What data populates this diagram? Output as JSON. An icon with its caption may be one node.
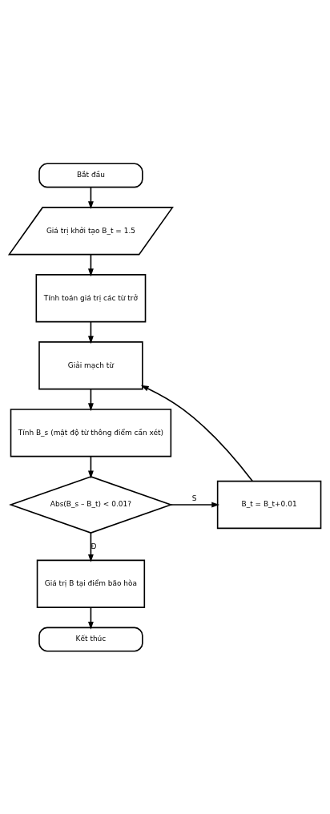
{
  "diagram": {
    "nodes": [
      {
        "text": [
          "Bắt đầu"
        ]
      },
      {
        "text": [
          "Giá trị khởi tạo B_t = 1.5"
        ]
      },
      {
        "text": [
          "Tính toán giá trị các từ trở"
        ]
      },
      {
        "text": [
          "Giải mạch từ"
        ]
      },
      {
        "text": [
          "Tính B_s (mật độ từ thông điểm cần xét)"
        ]
      },
      {
        "text": [
          "Abs(B_s – B_t) < 0.01?"
        ]
      },
      {
        "text": [
          "B_t = B_t+0.01"
        ]
      },
      {
        "text": [
          "Giá trị B tại điểm bão hòa"
        ]
      },
      {
        "text": [
          "Kết thúc"
        ]
      }
    ],
    "edges": [
      {
        "from": 0,
        "to": 1,
        "arrow": "to"
      },
      {
        "from": 1,
        "to": 2,
        "arrow": "to"
      },
      {
        "from": 2,
        "to": 3,
        "arrow": "to"
      },
      {
        "from": 3,
        "to": 4,
        "arrow": "to"
      },
      {
        "from": 4,
        "to": 5,
        "arrow": "to"
      },
      {
        "from": 5,
        "to": 6,
        "arrow": "to",
        "label": "S"
      },
      {
        "from": 6,
        "to": 3,
        "arrow": "to"
      },
      {
        "from": 5,
        "to": 7,
        "arrow": "to",
        "label": "Đ"
      },
      {
        "from": 7,
        "to": 8,
        "arrow": "to"
      }
    ]
  }
}
